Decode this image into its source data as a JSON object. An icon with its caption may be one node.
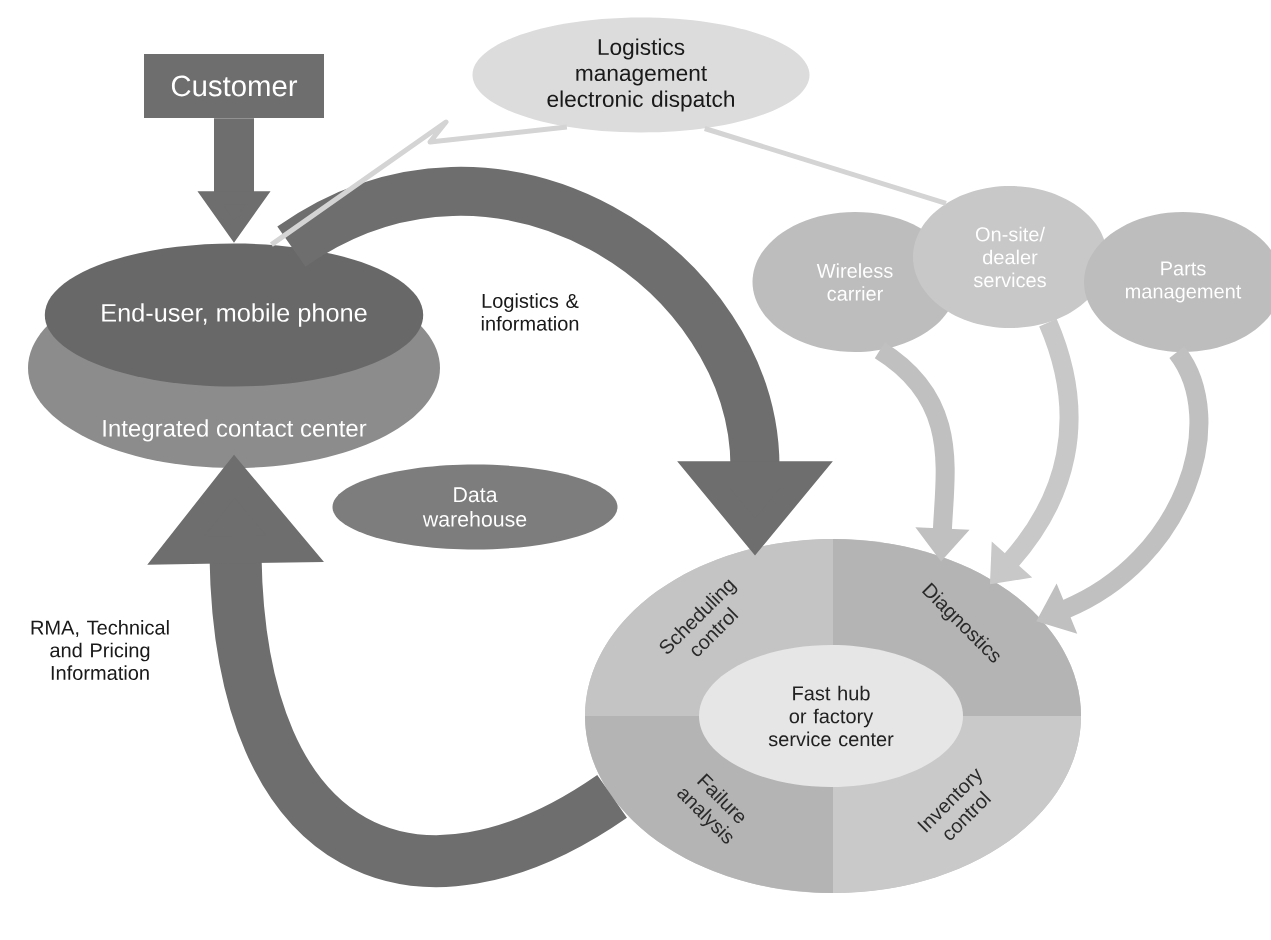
{
  "diagram": {
    "nodes": [
      {
        "text": [
          "Customer"
        ]
      },
      {
        "text": [
          "Integrated contact center"
        ]
      },
      {
        "text": [
          "End-user, mobile phone"
        ],
        "in": 1
      },
      {
        "text": [
          "Logistics management electronic dispatch"
        ]
      },
      {
        "text": [
          "Data warehouse"
        ]
      },
      {
        "text": [
          "Wireless carrier"
        ]
      },
      {
        "text": [
          "On-site/ dealer services"
        ]
      },
      {
        "text": [
          "Parts management"
        ]
      },
      {
        "text": [],
        "shape": "circle"
      },
      {
        "text": [
          "Scheduling control"
        ],
        "in": 8
      },
      {
        "text": [
          "Diagnostics"
        ],
        "in": 8
      },
      {
        "text": [
          "Failure analysis"
        ],
        "in": 8
      },
      {
        "text": [
          "Inventory control"
        ],
        "in": 8
      },
      {
        "text": [
          "Fast hub or factory service center"
        ],
        "in": 8
      }
    ],
    "edges": [
      {
        "from": 0,
        "to": 2,
        "arrow": "to",
        "style": "thick"
      },
      {
        "from": 2,
        "to": 9,
        "arrow": "to",
        "label": "Logistics & information",
        "style": "thick"
      },
      {
        "from": 11,
        "to": 1,
        "arrow": "to",
        "label": "RMA, Technical and Pricing Information",
        "style": "thick"
      },
      {
        "from": 5,
        "to": 10,
        "arrow": "to",
        "color": "#c0c0c0"
      },
      {
        "from": 6,
        "to": 10,
        "arrow": "to",
        "color": "#c8c8c8"
      },
      {
        "from": 7,
        "to": 10,
        "arrow": "to",
        "color": "#c0c0c0"
      },
      {
        "from": 3,
        "to": 2,
        "arrow": "none",
        "color": "#d4d4d4"
      },
      {
        "from": 3,
        "to": 6,
        "arrow": "none",
        "color": "#d4d4d4"
      }
    ]
  }
}
